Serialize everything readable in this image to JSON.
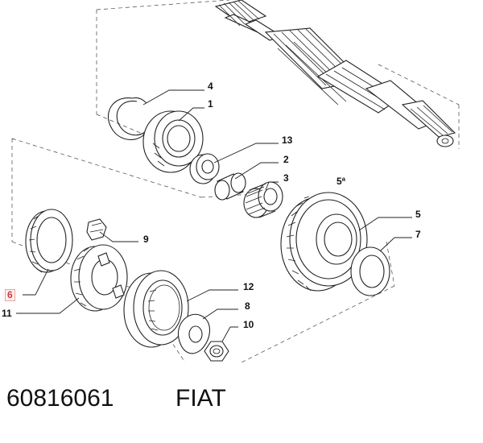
{
  "diagram": {
    "callouts": [
      {
        "id": "c4",
        "text": "4"
      },
      {
        "id": "c1",
        "text": "1"
      },
      {
        "id": "c13",
        "text": "13"
      },
      {
        "id": "c2",
        "text": "2"
      },
      {
        "id": "c3",
        "text": "3"
      },
      {
        "id": "c5a",
        "text": "5ª"
      },
      {
        "id": "c5",
        "text": "5"
      },
      {
        "id": "c7",
        "text": "7"
      },
      {
        "id": "c9",
        "text": "9"
      },
      {
        "id": "c6",
        "text": "6"
      },
      {
        "id": "c11",
        "text": "11"
      },
      {
        "id": "c12",
        "text": "12"
      },
      {
        "id": "c8",
        "text": "8"
      },
      {
        "id": "c10",
        "text": "10"
      }
    ],
    "highlight_color": "#d43a3a"
  },
  "footer": {
    "part_number": "60816061",
    "brand": "FIAT"
  }
}
